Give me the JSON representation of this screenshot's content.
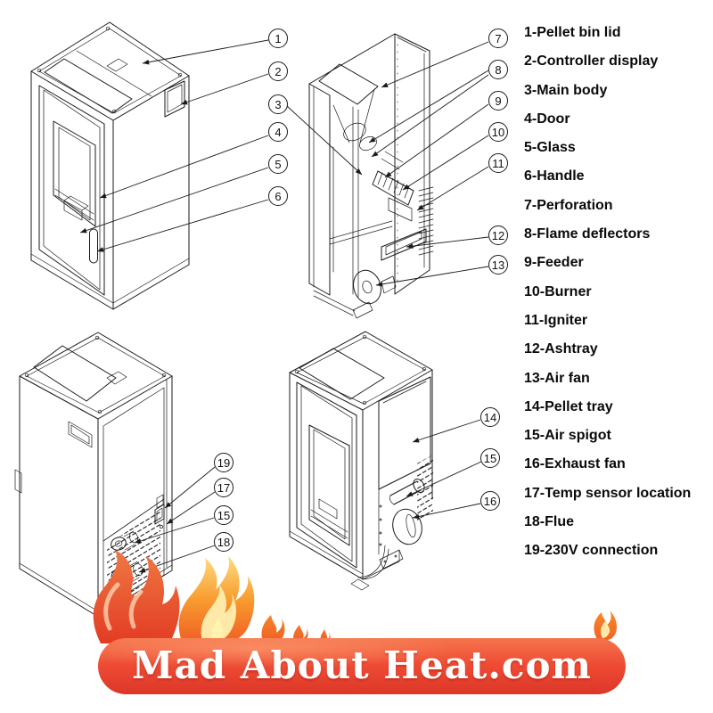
{
  "legend": {
    "items": [
      "1-Pellet bin lid",
      "2-Controller display",
      "3-Main body",
      "4-Door",
      "5-Glass",
      "6-Handle",
      "7-Perforation",
      "8-Flame deflectors",
      "9-Feeder",
      "10-Burner",
      "11-Igniter",
      "12-Ashtray",
      "13-Air fan",
      "14-Pellet tray",
      "15-Air spigot",
      "16-Exhaust fan",
      "17-Temp sensor location",
      "18-Flue",
      "19-230V connection"
    ]
  },
  "callouts": {
    "numbers": [
      "1",
      "2",
      "3",
      "4",
      "5",
      "6",
      "7",
      "8",
      "9",
      "10",
      "11",
      "12",
      "13",
      "19",
      "17",
      "15",
      "18",
      "14",
      "15",
      "16"
    ]
  },
  "branding": {
    "site_text": "Mad About Heat.com"
  },
  "views": {
    "top_left": "pellet-stove-front-isometric",
    "top_right": "pellet-stove-internal-cutaway",
    "bottom_left": "pellet-stove-rear-view",
    "bottom_right": "pellet-stove-side-cutaway"
  },
  "colors": {
    "line_color": "#1a1a1a",
    "banner_top": "#f5744c",
    "banner_mid": "#ee4b34",
    "banner_bottom": "#dd3628",
    "flame_red": "#e8502f",
    "flame_orange": "#f5821f",
    "flame_yellow": "#ffd23e",
    "flame_core": "#fff3b0"
  }
}
